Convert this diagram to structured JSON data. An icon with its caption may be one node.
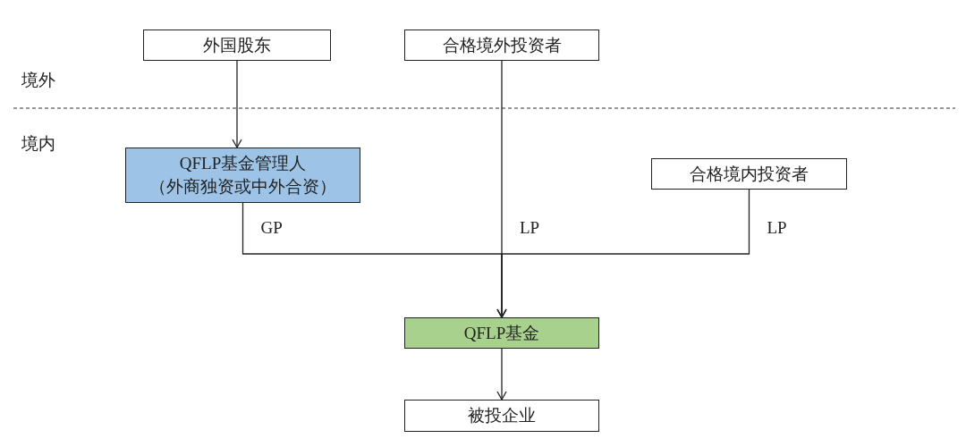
{
  "diagram": {
    "nodes": [
      {
        "text": [
          "外国股东"
        ]
      },
      {
        "text": [
          "合格境外投资者"
        ]
      },
      {
        "text": [
          "QFLP基金管理人",
          "（外商独资或中外合资）"
        ]
      },
      {
        "text": [
          "合格境内投资者"
        ]
      },
      {
        "text": [
          "QFLP基金"
        ]
      },
      {
        "text": [
          "被投企业"
        ]
      }
    ],
    "edges": [
      {
        "from": 0,
        "to": 2,
        "arrow": "to"
      },
      {
        "from": 2,
        "to": 4,
        "arrow": "to",
        "label": "GP"
      },
      {
        "from": 1,
        "to": 4,
        "arrow": "to",
        "label": "LP"
      },
      {
        "from": 3,
        "to": 4,
        "arrow": "to",
        "label": "LP"
      },
      {
        "from": 4,
        "to": 5,
        "arrow": "to"
      }
    ],
    "labels": [
      "境外",
      "境内"
    ]
  }
}
